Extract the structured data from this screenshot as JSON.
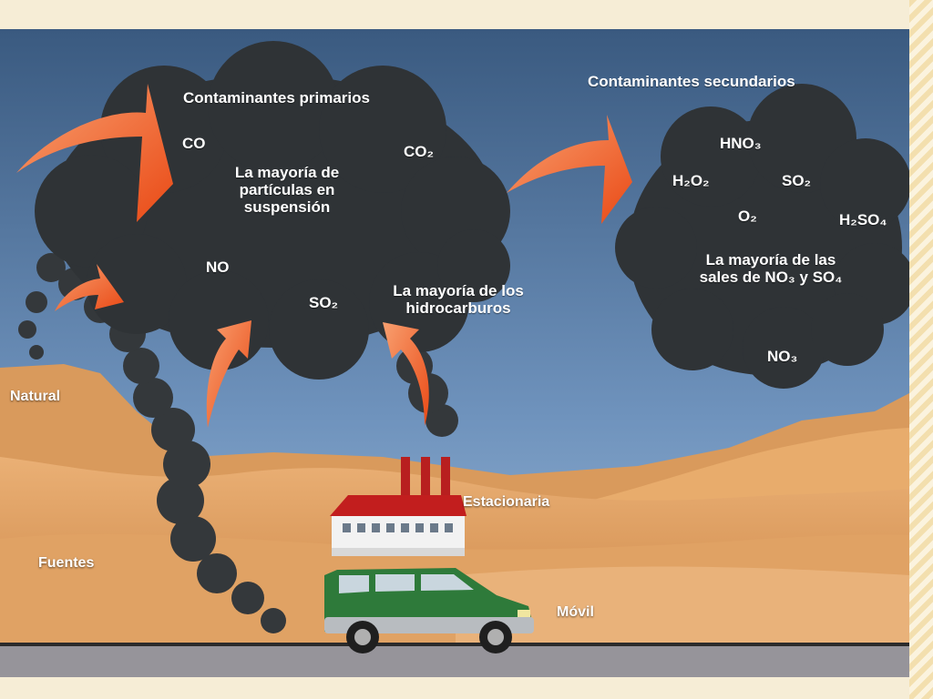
{
  "primary_cloud": {
    "title": "Contaminantes primarios",
    "co": "CO",
    "co2": "CO₂",
    "particles": "La mayoría de partículas en suspensión",
    "no": "NO",
    "so2": "SO₂",
    "hydrocarbons": "La mayoría de los hidrocarburos"
  },
  "secondary_cloud": {
    "title": "Contaminantes secundarios",
    "hno3": "HNO₃",
    "h2o2": "H₂O₂",
    "so2": "SO₂",
    "o2": "O₂",
    "h2so4": "H₂SO₄",
    "salts": "La mayoría de las sales de NO₃ y SO₄",
    "no3": "NO₃"
  },
  "sources": {
    "natural": "Natural",
    "fuentes": "Fuentes",
    "estacionaria": "Estacionaria",
    "movil": "Móvil"
  },
  "colors": {
    "sky_top": "#3a5a80",
    "sky_bottom": "#8aaed0",
    "sand": "#e2a160",
    "cloud": "#2f3336",
    "arrow": "#f26a2e",
    "road": "#96949a",
    "car": "#2e7a3a"
  }
}
